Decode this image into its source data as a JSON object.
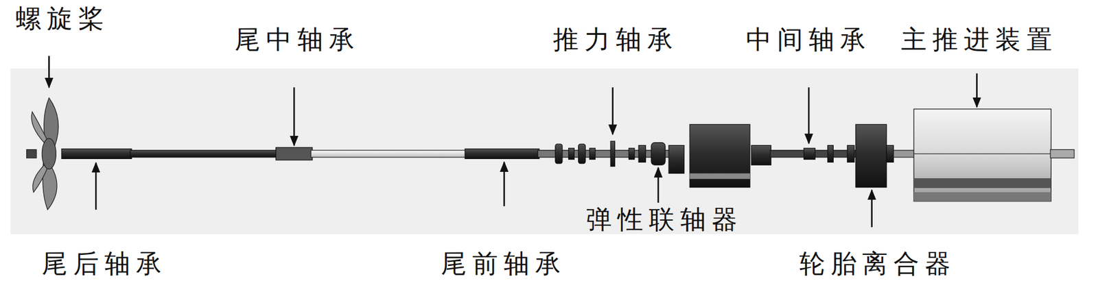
{
  "diagram": {
    "labels": [
      "螺旋桨",
      "尾中轴承",
      "推力轴承",
      "中间轴承",
      "主推进装置",
      "弹性联轴器",
      "尾后轴承",
      "尾前轴承",
      "轮胎离合器"
    ]
  }
}
